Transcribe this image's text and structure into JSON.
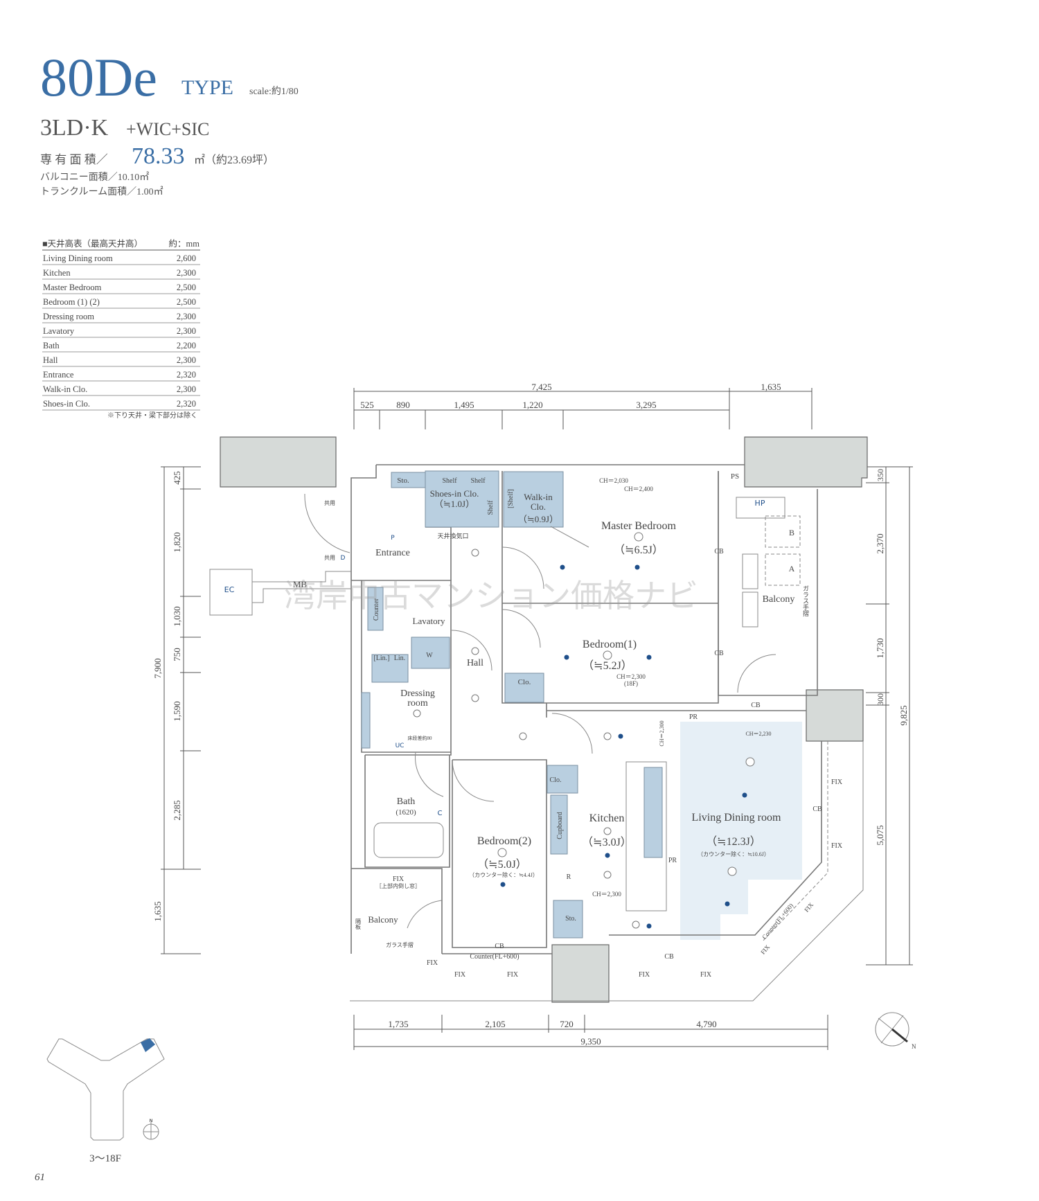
{
  "header": {
    "type_code": "80De",
    "type_word": "TYPE",
    "scale": "scale:約1/80",
    "layout_main": "3LD·K",
    "layout_sub": "+WIC+SIC",
    "area_label": "専 有 面 積／",
    "area_value": "78.33",
    "area_unit": "㎡（約23.69坪）",
    "balcony_area": "バルコニー面積／10.10㎡",
    "trunk_area": "トランクルーム面積／1.00㎡"
  },
  "ceiling_table": {
    "title": "■天井高表（最高天井高）",
    "unit": "約：mm",
    "rows": [
      {
        "room": "Living Dining room",
        "value": "2,600"
      },
      {
        "room": "Kitchen",
        "value": "2,300"
      },
      {
        "room": "Master Bedroom",
        "value": "2,500"
      },
      {
        "room": "Bedroom (1) (2)",
        "value": "2,500"
      },
      {
        "room": "Dressing room",
        "value": "2,300"
      },
      {
        "room": "Lavatory",
        "value": "2,300"
      },
      {
        "room": "Bath",
        "value": "2,200"
      },
      {
        "room": "Hall",
        "value": "2,300"
      },
      {
        "room": "Entrance",
        "value": "2,320"
      },
      {
        "room": "Walk-in Clo.",
        "value": "2,300"
      },
      {
        "room": "Shoes-in Clo.",
        "value": "2,320"
      }
    ],
    "note": "※下り天井・梁下部分は除く"
  },
  "dimensions": {
    "top_total": "7,425",
    "top_right": "1,635",
    "top": [
      "525",
      "890",
      "1,495",
      "1,220",
      "3,295"
    ],
    "left_total": "7,900",
    "left_bottom": "1,635",
    "left": [
      "425",
      "1,820",
      "1,030",
      "750",
      "1,590",
      "2,285"
    ],
    "right_total": "9,825",
    "right": [
      "350",
      "2,370",
      "1,730",
      "300",
      "5,075"
    ],
    "bottom_total": "9,350",
    "bottom": [
      "1,735",
      "2,105",
      "720",
      "4,790"
    ]
  },
  "plan": {
    "sto": "Sto.",
    "shelf": "Shelf",
    "shoes_clo": "Shoes-in Clo.",
    "shoes_size": "（≒1.0J）",
    "ceiling_vent": "天井換気口",
    "walk_in": "Walk-in",
    "walk_clo": "Clo.",
    "walk_size": "（≒0.9J）",
    "shelf_bracket": "[Shelf]",
    "master": "Master Bedroom",
    "master_size": "（≒6.5J）",
    "ch_2030": "CH＝2,030",
    "ch_2400": "CH＝2,400",
    "ps": "PS",
    "hp": "HP",
    "b": "B",
    "a": "A",
    "balcony": "Balcony",
    "glass_rail": "ガラス手摺",
    "cb": "CB",
    "bedroom1": "Bedroom(1)",
    "bedroom1_size": "（≒5.2J）",
    "ch_2300": "CH＝2,300",
    "floor18": "(18F)",
    "clo": "Clo.",
    "entrance": "Entrance",
    "p": "P",
    "shared": "共用",
    "d": "D",
    "ec": "EC",
    "mb": "MB",
    "counter": "Counter",
    "lavatory": "Lavatory",
    "lin1": "[Lin.]",
    "lin2": "Lin.",
    "w": "W",
    "hall": "Hall",
    "dressing1": "Dressing",
    "dressing2": "room",
    "uc": "UC",
    "step": "床段差約80",
    "bath": "Bath",
    "bath_size": "(1620)",
    "c": "C",
    "fix": "FIX",
    "upper_window": "［上部内倒し窓］",
    "partition": "隔板",
    "bedroom2": "Bedroom(2)",
    "bedroom2_size": "（≒5.0J）",
    "bedroom2_note": "（カウンター除く：≒4.4J）",
    "counter_fl": "Counter(FL+600)",
    "cupboard": "Cupboard",
    "kitchen": "Kitchen",
    "kitchen_size": "（≒3.0J）",
    "r": "R",
    "pr": "PR",
    "ch_2230": "CH＝2,230",
    "ld": "Living Dining room",
    "ld_size": "（≒12.3J）",
    "ld_note": "（カウンター除く：≒10.6J）"
  },
  "keyplan": {
    "floors": "3〜18F",
    "north": "N"
  },
  "compass_n": "N",
  "watermark": "湾岸中古マンション価格ナビ",
  "page_number": "61",
  "colors": {
    "accent": "#3a6ea5",
    "fixture": "#b9cfe0",
    "ld_shade": "#e6eff6"
  }
}
